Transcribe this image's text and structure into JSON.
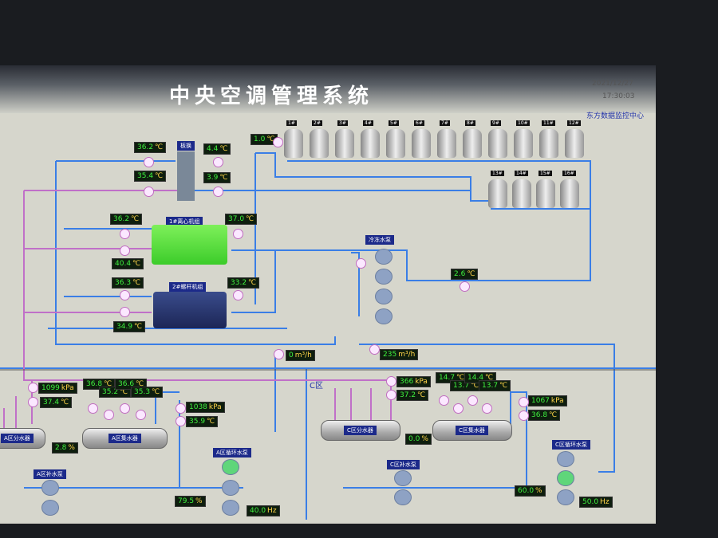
{
  "header": {
    "title": "中央空调管理系统",
    "date": "2021/12/27",
    "time": "17:30:03",
    "org": "东方数据监控中心"
  },
  "towers": [
    "1#",
    "2#",
    "3#",
    "4#",
    "5#",
    "6#",
    "7#",
    "8#",
    "9#",
    "10#",
    "11#",
    "12#",
    "13#",
    "14#",
    "15#",
    "16#"
  ],
  "plate_hx": {
    "label": "板换",
    "in_hot": "36.2",
    "out_cold": "4.4",
    "in_hot2": "35.4",
    "out_cold2": "3.9"
  },
  "tower_supply_temp": "1.0",
  "chiller1": {
    "label": "1#离心机组",
    "cw_in": "36.2",
    "cw_out": "40.4",
    "chw_out": "37.0"
  },
  "chiller2": {
    "label": "2#螺杆机组",
    "cw_in": "36.3",
    "cw_out": "34.9",
    "chw_out": "33.2"
  },
  "chw_pumps": {
    "label": "冷冻水泵",
    "temp": "2.6"
  },
  "flows": {
    "f1": "0",
    "f2": "235",
    "unit": "m³/h"
  },
  "units": {
    "c": "℃",
    "kpa": "kPa",
    "pct": "%",
    "hz": "Hz"
  },
  "zoneA": {
    "supply_pressure": "1099",
    "supply_temp": "37.4",
    "branch_temps": [
      "36.8",
      "35.2",
      "36.6",
      "35.3"
    ],
    "return_pressure": "1038",
    "return_temp": "35.9",
    "valve": "2.8",
    "valve2": "79.5",
    "freq": "40.0",
    "distributor": "A区分水器",
    "collector": "A区集水器",
    "makeup": "A区补水泵",
    "circ": "A区循环水泵"
  },
  "zoneC": {
    "title": "C区",
    "supply_pressure": "366",
    "supply_temp": "37.2",
    "branch_temps": [
      "14.7",
      "13.7",
      "14.4",
      "13.7"
    ],
    "return_pressure": "1067",
    "return_temp": "36.8",
    "valve": "0.0",
    "valve2": "60.0",
    "freq": "50.0",
    "distributor": "C区分水器",
    "collector": "C区集水器",
    "makeup": "C区补水泵",
    "circ": "C区循环水泵"
  },
  "colors": {
    "supply": "#3a7ee6",
    "return": "#c070c8",
    "bg": "#d6d6cc"
  }
}
